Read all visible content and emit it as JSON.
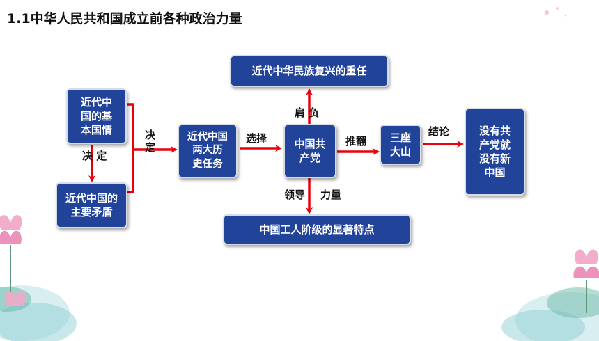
{
  "title": "1.1中华人民共和国成立前各种政治力量",
  "boxes": {
    "basic_conditions": "近代中\n国的基\n本国情",
    "main_contradiction": "近代中国的\n主要矛盾",
    "two_tasks": "近代中国\n两大历\n史任务",
    "cpc": "中国共\n产党",
    "rejuvenation": "近代中华民族复兴的重任",
    "working_class": "中国工人阶级的显著特点",
    "three_mountains": "三座\n大山",
    "no_cpc": "没有共\n产党就\n没有新\n中国"
  },
  "labels": {
    "decide_vertical": "决  定",
    "decide_side": "决\n定",
    "choose": "选择",
    "overthrow": "推翻",
    "conclusion": "结论",
    "shoulder": "肩  负",
    "lead": "领导",
    "force": "力量"
  },
  "colors": {
    "box_fill": "#22439a",
    "arrow": "#e8000b"
  }
}
